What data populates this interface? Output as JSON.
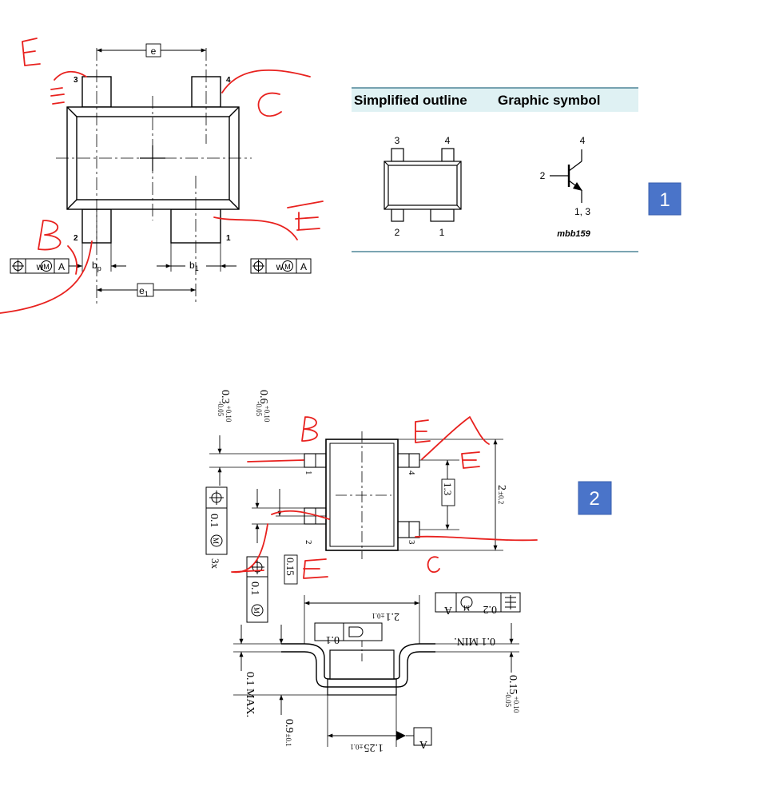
{
  "top_drawing": {
    "dim_e": "e",
    "dim_e1": "e",
    "dim_e1_sub": "1",
    "dim_bp": "b",
    "dim_bp_sub": "p",
    "dim_b1": "b",
    "dim_b1_sub": "1",
    "pin_1": "1",
    "pin_2": "2",
    "pin_3": "3",
    "pin_4": "4",
    "tol_left": {
      "w": "w",
      "m": "M",
      "a": "A"
    },
    "tol_right": {
      "w": "w",
      "m": "M",
      "a": "A"
    }
  },
  "table": {
    "col_outline": "Simplified outline",
    "col_symbol": "Graphic symbol",
    "outline_pin_3": "3",
    "outline_pin_4": "4",
    "outline_pin_2": "2",
    "outline_pin_1": "1",
    "symbol_pin_4": "4",
    "symbol_pin_2": "2",
    "symbol_pin_13": "1, 3",
    "symbol_code": "mbb159"
  },
  "bottom_drawing": {
    "dim_03": "0.3",
    "dim_03_tol_plus": "+0.10",
    "dim_03_tol_minus": "-0.05",
    "dim_06": "0.6",
    "dim_06_tol_plus": "+0.10",
    "dim_06_tol_minus": "-0.05",
    "tol_01_m": "0.1",
    "tol_01_m_circle": "M",
    "tol_3x": "3x",
    "tol_01_m_b": "0.1",
    "tol_01_m_b_circle": "M",
    "dim_015": "0.15",
    "dim_13": "1.3",
    "dim_2": "2",
    "dim_2_tol": "±0.2",
    "pin_1": "1",
    "pin_2": "2",
    "pin_3": "3",
    "pin_4": "4",
    "dim_21": "2.1",
    "dim_21_tol": "±0.1",
    "tol_02_m": "0.2",
    "tol_02_m_circle": "M",
    "tol_02_ref": "A",
    "dim_01_min": "0.1 MIN.",
    "flat_01": "0.1",
    "dim_01_max": "0.1 MAX.",
    "dim_09": "0.9",
    "dim_09_tol": "±0.1",
    "dim_125": "1.25",
    "dim_125_tol": "±0.1",
    "datum_a": "A",
    "dim_015b": "0.15",
    "dim_015b_tol_plus": "+0.10",
    "dim_015b_tol_minus": "-0.05"
  },
  "badges": {
    "one": "1",
    "two": "2"
  },
  "annotations": {
    "color": "#e8211e",
    "letters": [
      "E",
      "C",
      "B",
      "E",
      "B",
      "E",
      "C",
      "E"
    ]
  },
  "colors": {
    "header_bg": "#dff1f3",
    "rule": "#2c6d83",
    "badge": "#4a74c9"
  }
}
